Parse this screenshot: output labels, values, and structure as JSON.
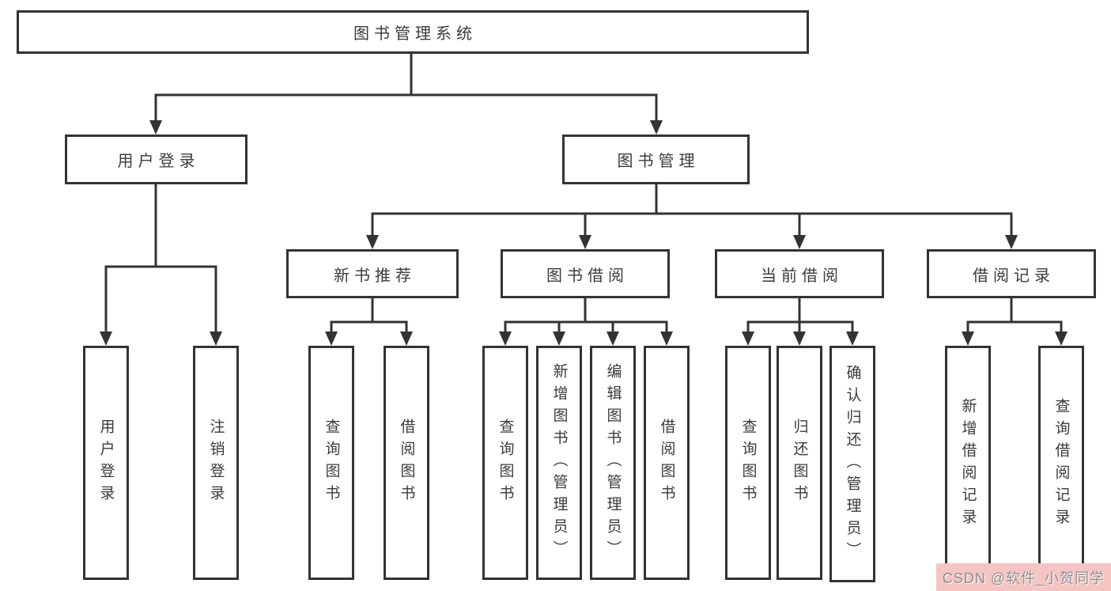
{
  "diagram": {
    "root": {
      "label": "图书管理系统"
    },
    "branches": [
      {
        "label": "用户登录"
      },
      {
        "label": "图书管理"
      }
    ],
    "modules": [
      {
        "parent": "图书管理",
        "label": "新书推荐"
      },
      {
        "parent": "图书管理",
        "label": "图书借阅"
      },
      {
        "parent": "图书管理",
        "label": "当前借阅"
      },
      {
        "parent": "图书管理",
        "label": "借阅记录"
      }
    ],
    "leaves": [
      {
        "parent": "用户登录",
        "label": "用户登录"
      },
      {
        "parent": "用户登录",
        "label": "注销登录"
      },
      {
        "parent": "新书推荐",
        "label": "查询图书"
      },
      {
        "parent": "新书推荐",
        "label": "借阅图书"
      },
      {
        "parent": "图书借阅",
        "label": "查询图书"
      },
      {
        "parent": "图书借阅",
        "label": "新增图书（管理员）"
      },
      {
        "parent": "图书借阅",
        "label": "编辑图书（管理员）"
      },
      {
        "parent": "图书借阅",
        "label": "借阅图书"
      },
      {
        "parent": "当前借阅",
        "label": "查询图书"
      },
      {
        "parent": "当前借阅",
        "label": "归还图书"
      },
      {
        "parent": "当前借阅",
        "label": "确认归还（管理员）"
      },
      {
        "parent": "借阅记录",
        "label": "新增借阅记录"
      },
      {
        "parent": "借阅记录",
        "label": "查询借阅记录"
      }
    ],
    "watermark": {
      "text": "CSDN @软件_小贺同学"
    },
    "colors": {
      "line": "#333333",
      "box_border": "#333333",
      "box_background": "#ffffff",
      "text": "#3b3b3b",
      "watermark_text": "#8d8d8d",
      "watermark_background": "#f4c5c3"
    }
  }
}
